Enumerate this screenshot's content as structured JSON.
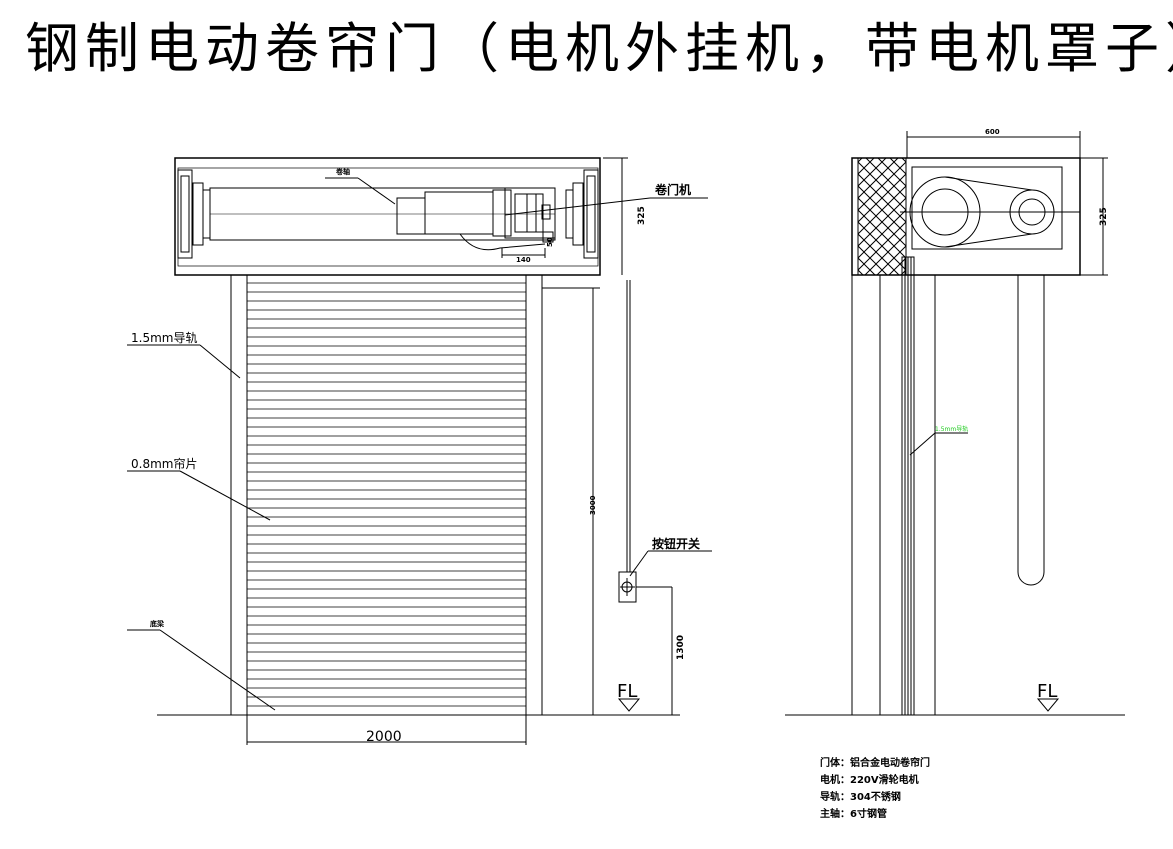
{
  "title": "钢制电动卷帘门（电机外挂机，带电机罩子）",
  "front_view": {
    "callouts": {
      "shaft": "卷轴",
      "motor": "卷门机",
      "guide_rail": "1.5mm导轨",
      "slat": "0.8mm帘片",
      "bottom_bar": "底梁",
      "button_switch": "按钮开关"
    },
    "dims": {
      "box_height": "325",
      "motor_width": "140",
      "small": "50",
      "door_height": "3000",
      "switch_height": "1300",
      "door_width": "2000"
    },
    "floor_label": "FL"
  },
  "side_view": {
    "dims": {
      "box_width": "600",
      "box_height": "325"
    },
    "rail_callout": "1.5mm导轨",
    "floor_label": "FL"
  },
  "notes": [
    "门体：铝合金电动卷帘门",
    "电机：220V滑轮电机",
    "导轨：304不锈钢",
    "主轴：6寸钢管"
  ],
  "colors": {
    "line": "#000000",
    "accent_green": "#22cc22"
  }
}
